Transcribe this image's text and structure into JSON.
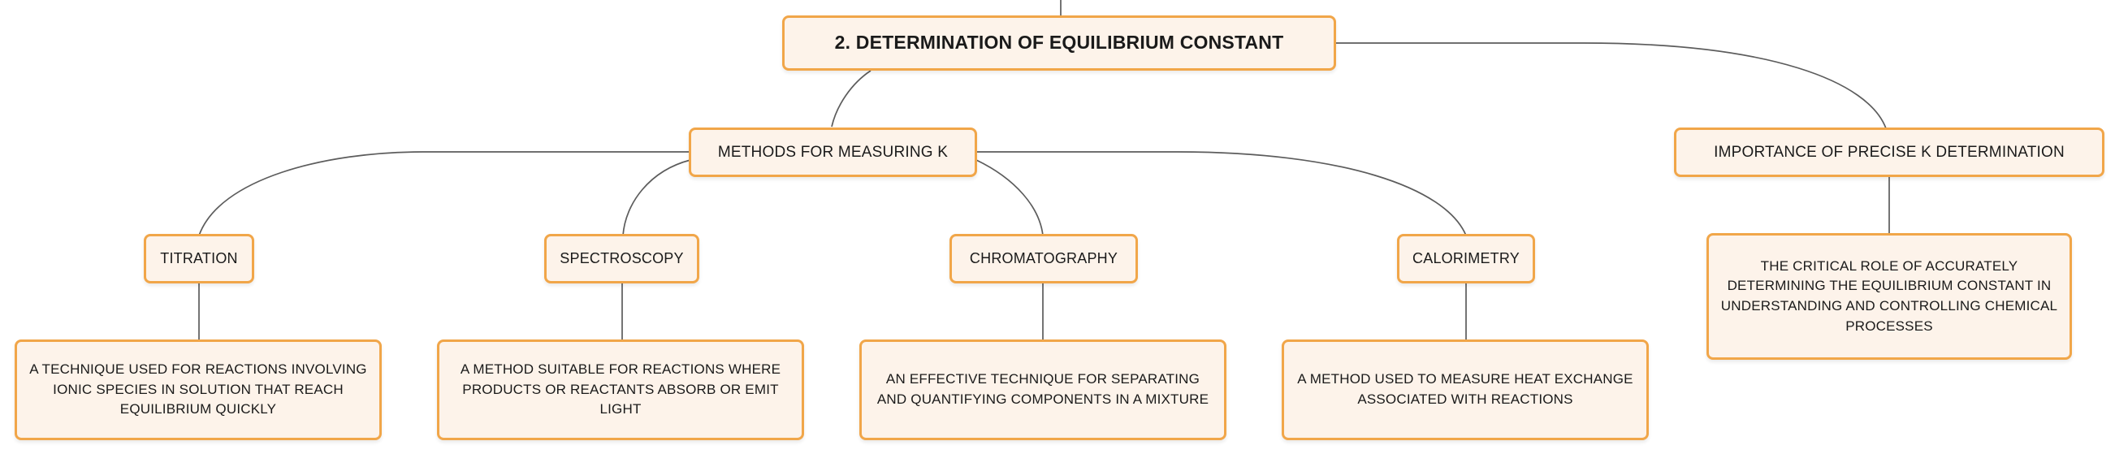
{
  "root": {
    "label": "2. DETERMINATION OF EQUILIBRIUM CONSTANT"
  },
  "methods": {
    "label": "METHODS FOR MEASURING K"
  },
  "importance": {
    "label": "IMPORTANCE OF PRECISE K DETERMINATION",
    "description": "THE CRITICAL ROLE OF ACCURATELY DETERMINING THE EQUILIBRIUM CONSTANT IN UNDERSTANDING AND CONTROLLING CHEMICAL PROCESSES"
  },
  "techniques": [
    {
      "label": "TITRATION",
      "description": "A TECHNIQUE USED FOR REACTIONS INVOLVING IONIC SPECIES IN SOLUTION THAT REACH EQUILIBRIUM QUICKLY"
    },
    {
      "label": "SPECTROSCOPY",
      "description": "A METHOD SUITABLE FOR REACTIONS WHERE PRODUCTS OR REACTANTS ABSORB OR EMIT LIGHT"
    },
    {
      "label": "CHROMATOGRAPHY",
      "description": "AN EFFECTIVE TECHNIQUE FOR SEPARATING AND QUANTIFYING COMPONENTS IN A MIXTURE"
    },
    {
      "label": "CALORIMETRY",
      "description": "A METHOD USED TO MEASURE HEAT EXCHANGE ASSOCIATED WITH REACTIONS"
    }
  ]
}
